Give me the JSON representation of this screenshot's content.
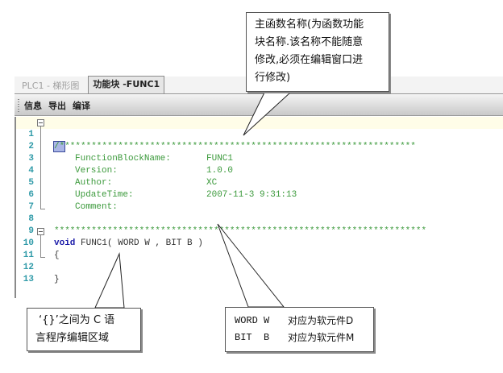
{
  "tabs": [
    {
      "label": "PLC1 - 梯形图",
      "active": false
    },
    {
      "label": "功能块 -FUNC1",
      "active": true
    }
  ],
  "toolbar": {
    "items": [
      "信息",
      "导出",
      "编译"
    ]
  },
  "editor": {
    "line_numbers": [
      "1",
      "2",
      "3",
      "4",
      "5",
      "6",
      "7",
      "8",
      "9",
      "10",
      "11",
      "12",
      "13"
    ],
    "lines": {
      "l1_rest": "******************************************************************",
      "l2_key": "FunctionBlockName:",
      "l2_val": "FUNC1",
      "l3_key": "Version:",
      "l3_val": "1.0.0",
      "l4_key": "Author:",
      "l4_val": "XC",
      "l5_key": "UpdateTime:",
      "l5_val": "2007-11-3 9:31:13",
      "l6_key": "Comment:",
      "l8_stars": "**********************************************************************",
      "l9_kw": "void",
      "l9_rest": " FUNC1( WORD W , BIT B )",
      "l10": "{",
      "l12": "}"
    },
    "comment_open": "/*"
  },
  "callouts": {
    "top": [
      "主函数名称(为函数功能",
      "块名称.该名称不能随意",
      "修改,必须在编辑窗口进",
      "行修改)"
    ],
    "bottom_left": [
      "‘{}’之间为 C 语",
      "言程序编辑区域"
    ],
    "bottom_right": [
      {
        "param": "WORD W",
        "desc": "对应为软元件D"
      },
      {
        "param": "BIT  B",
        "desc": "对应为软元件M"
      }
    ]
  },
  "colors": {
    "comment": "#3c9a3c",
    "keyword": "#1a1aa8",
    "line_number": "#2f9aa8"
  }
}
